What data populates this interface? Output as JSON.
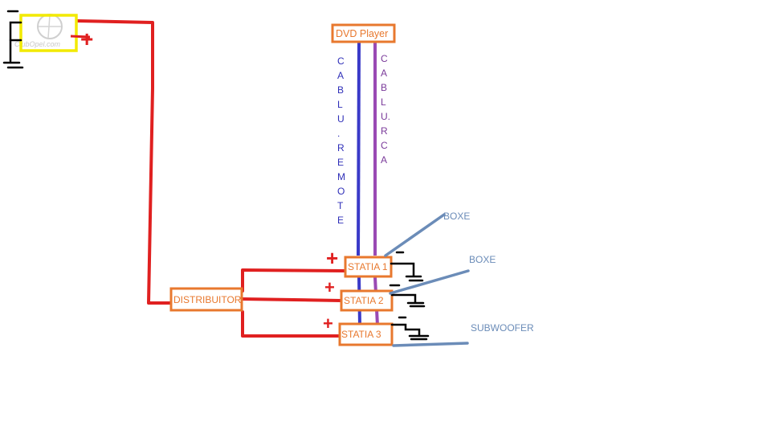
{
  "logo": {
    "text": "ClubOpel.com"
  },
  "battery": {
    "plus": "+"
  },
  "dvd": {
    "label": "DVD Player"
  },
  "cables": {
    "remote": [
      "C",
      "A",
      "B",
      "L",
      "U",
      ".",
      "R",
      "E",
      "M",
      "O",
      "T",
      "E"
    ],
    "rca": [
      "C",
      "A",
      "B",
      "L",
      "U.",
      "R",
      "C",
      "A"
    ]
  },
  "distributor": {
    "label": "DISTRIBUITOR"
  },
  "stations": [
    {
      "label": "STATIA 1",
      "plus": "+"
    },
    {
      "label": "STATIA 2",
      "plus": "+"
    },
    {
      "label": "STATIA 3",
      "plus": "+"
    }
  ],
  "outputs": [
    "BOXE",
    "BOXE",
    "SUBWOOFER"
  ],
  "colors": {
    "power": "#e02020",
    "box_outline": "#e8782e",
    "remote_cable": "#3a3ac8",
    "rca_cable": "#9a4ab4",
    "speaker_wire": "#6b8cb8",
    "ground": "#000000",
    "battery_outline": "#f2ea00"
  }
}
